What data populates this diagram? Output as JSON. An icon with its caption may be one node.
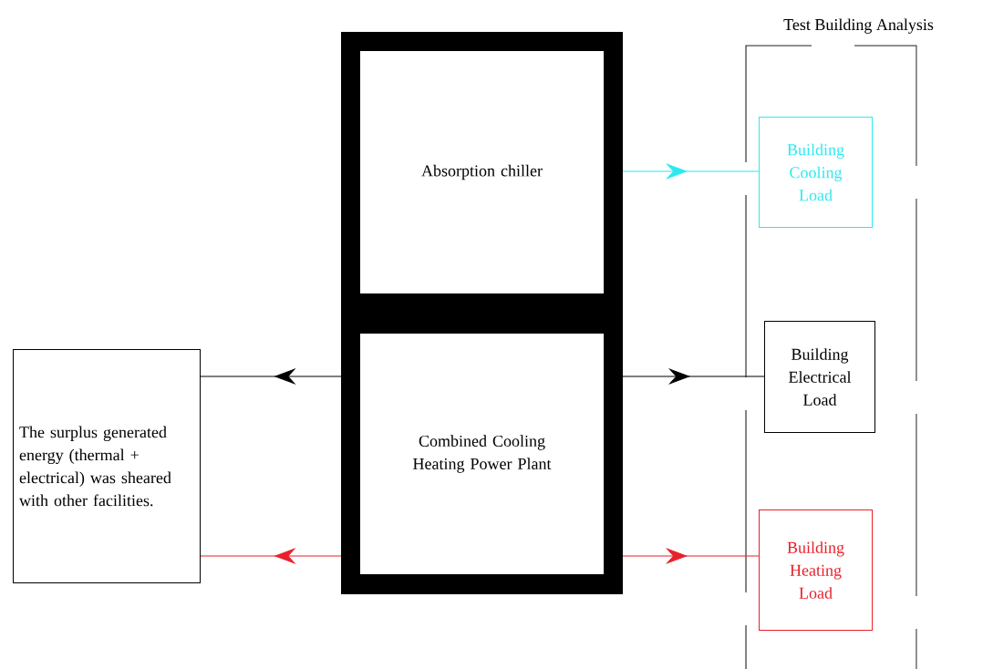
{
  "diagram": {
    "nodes": [
      {
        "text": [
          "Absorption chiller"
        ]
      },
      {
        "text": [
          "Combined Cooling Heating Power Plant"
        ]
      },
      {
        "text": [
          "The surplus generated energy (thermal + electrical) was sheared with other facilities."
        ]
      },
      {
        "text": [
          "Test Building Analysis"
        ]
      },
      {
        "text": [
          "Building Cooling Load"
        ],
        "in": 3
      },
      {
        "text": [
          "Building Electrical Load"
        ],
        "in": 3
      },
      {
        "text": [
          "Building Heating Load"
        ],
        "in": 3
      }
    ],
    "edges": [
      {
        "from": 0,
        "to": 4,
        "arrow": "to",
        "color": "#2ee8f0"
      },
      {
        "from": 1,
        "to": 5,
        "arrow": "to"
      },
      {
        "from": 1,
        "to": 6,
        "arrow": "to",
        "color": "#e8202a"
      },
      {
        "from": 1,
        "to": 2,
        "arrow": "to"
      },
      {
        "from": 1,
        "to": 2,
        "arrow": "to",
        "color": "#e8202a"
      }
    ]
  }
}
